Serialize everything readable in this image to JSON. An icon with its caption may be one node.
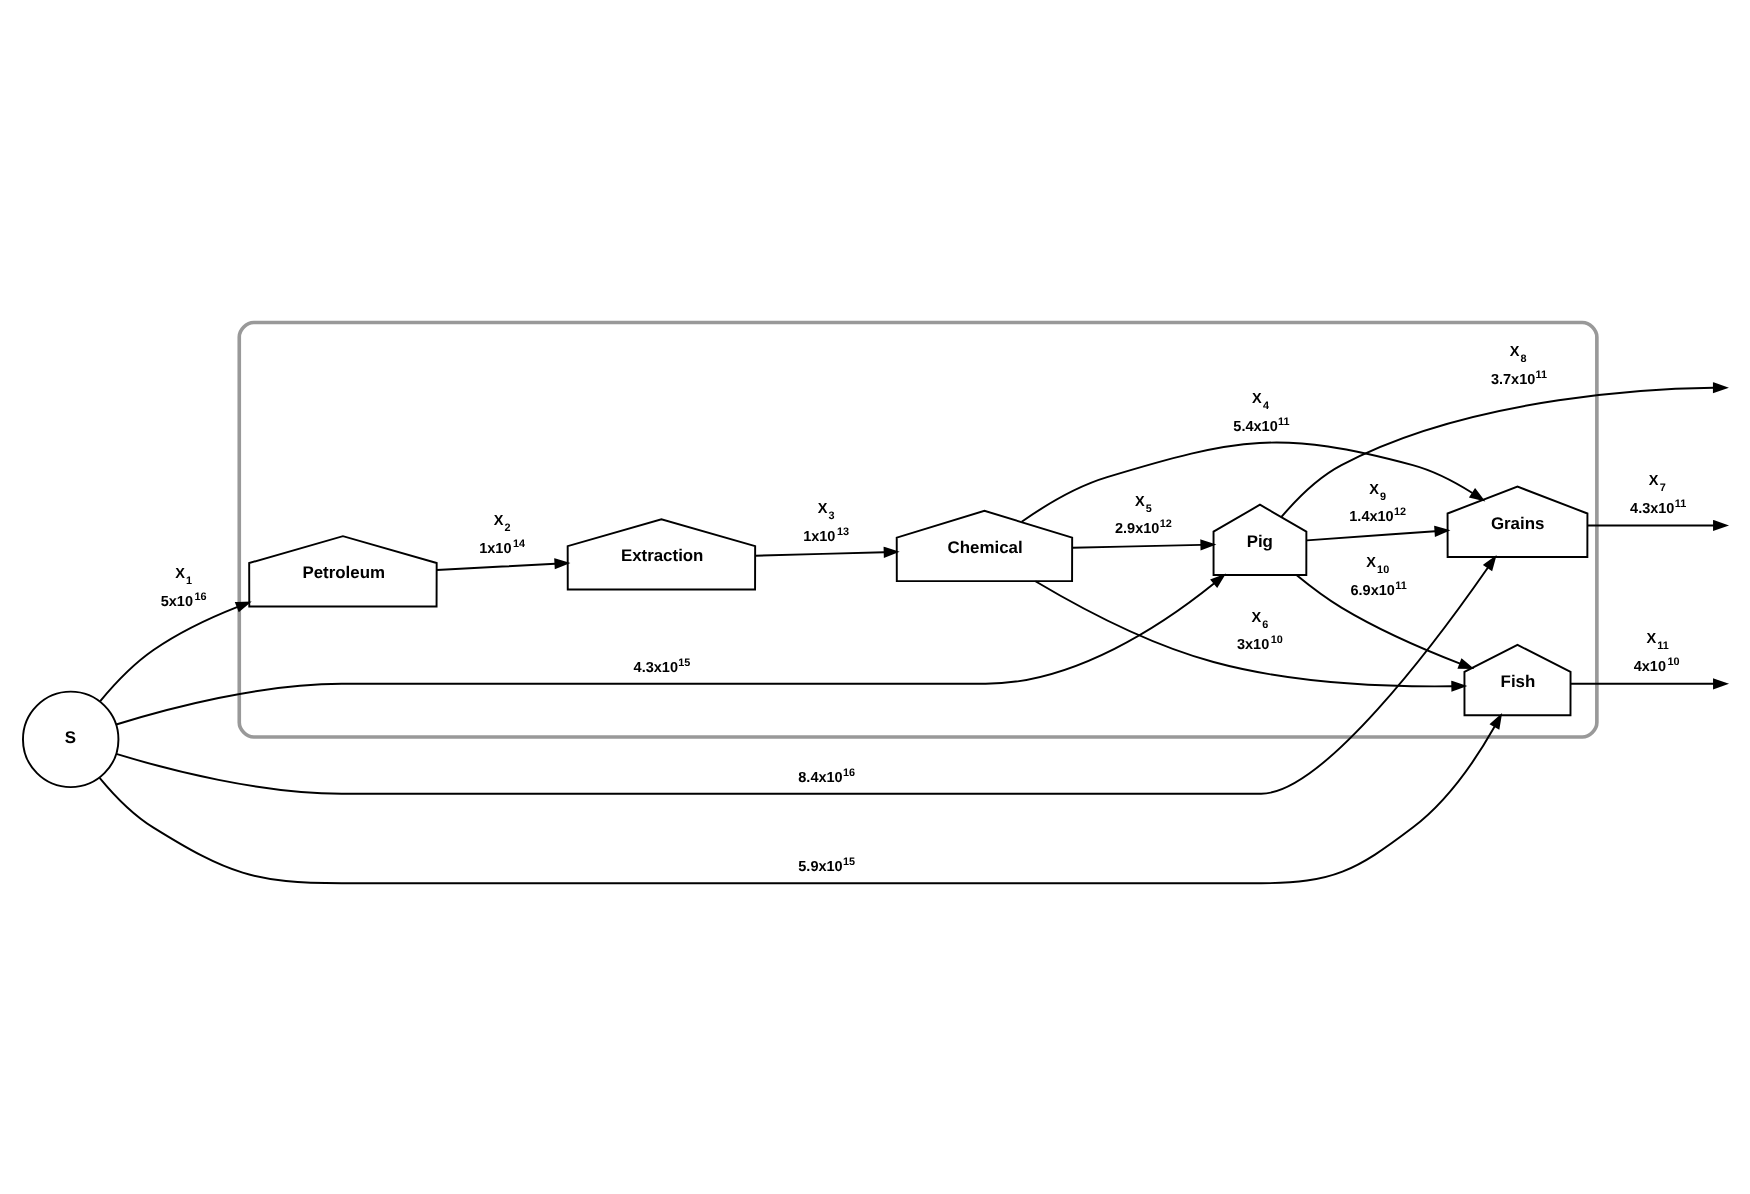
{
  "diagram": {
    "nodes": [
      {
        "text": [
          "S"
        ]
      },
      {
        "text": [],
        "shape": "box"
      },
      {
        "text": [
          "Petroleum"
        ],
        "in": 1
      },
      {
        "text": [
          "Extraction"
        ],
        "in": 1
      },
      {
        "text": [
          "Chemical"
        ],
        "in": 1
      },
      {
        "text": [
          "Grains"
        ],
        "in": 1
      },
      {
        "text": [
          "Pig"
        ],
        "in": 1
      },
      {
        "text": [
          "Fish"
        ],
        "in": 1
      }
    ],
    "edges": [
      {
        "from": 0,
        "to": 2,
        "arrow": "to",
        "label": "X$_{1}$ 5x10$^{16}$"
      },
      {
        "from": 2,
        "to": 3,
        "arrow": "to",
        "label": "X$_{2}$ 1x10$^{14}$"
      },
      {
        "from": 3,
        "to": 4,
        "arrow": "to",
        "label": "X$_{3}$ 1x10$^{13}$"
      },
      {
        "from": 4,
        "to": 5,
        "arrow": "to",
        "label": "X$_{4}$ 5.4x10$^{11}$"
      },
      {
        "from": 4,
        "to": 6,
        "arrow": "to",
        "label": "X$_{5}$ 2.9x10$^{12}$"
      },
      {
        "from": 4,
        "to": 7,
        "arrow": "to",
        "label": "X$_{6}$ 3x10$^{10}$"
      },
      {
        "from": 6,
        "to": 5,
        "arrow": "to",
        "label": "X$_{9}$ 1.4x10$^{12}$"
      },
      {
        "from": 0,
        "to": 5,
        "arrow": "to",
        "label": "8.4x10$^{16}$"
      },
      {
        "from": 0,
        "to": 6,
        "arrow": "to",
        "label": "4.3x10$^{15}$"
      },
      {
        "from": 0,
        "to": 7,
        "arrow": "to",
        "label": "5.9x10$^{15}$"
      },
      {
        "from": 5,
        "to": null,
        "arrow": "to",
        "label": "X$_{7}$ 4.3x10$^{11}$"
      },
      {
        "from": 6,
        "to": null,
        "arrow": "to",
        "label": "X$_{8}$ 3.7x10$^{11}$"
      },
      {
        "from": 6,
        "to": 7,
        "arrow": "to",
        "label": "X$_{10}$ 6.9x10$^{11}$"
      },
      {
        "from": 7,
        "to": null,
        "arrow": "to",
        "label": "X$_{11}$ 4x10$^{10}$"
      }
    ]
  }
}
